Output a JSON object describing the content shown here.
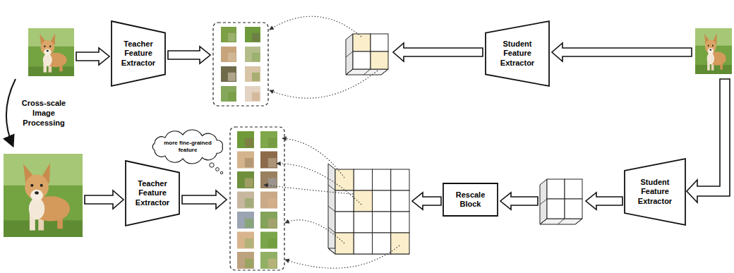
{
  "diagram": {
    "nodes": [
      {
        "text": [
          "Teacher Feature Extractor"
        ]
      },
      {
        "text": [
          "Student Feature Extractor"
        ]
      },
      {
        "text": [
          "more fine-grained feature"
        ]
      },
      {
        "text": [
          "Teacher Feature Extractor"
        ]
      },
      {
        "text": [
          "Rescale Block"
        ]
      },
      {
        "text": [
          "Student Feature Extractor"
        ]
      }
    ],
    "labels": [
      "Cross-scale Image Processing"
    ]
  }
}
